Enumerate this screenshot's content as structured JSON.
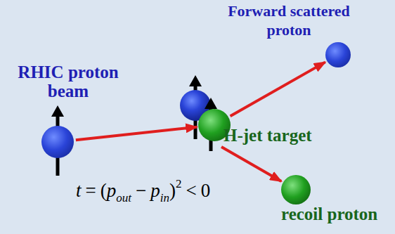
{
  "diagram": {
    "nodes": [
      {
        "text": [
          "RHIC proton beam"
        ]
      },
      {
        "text": [
          "H-jet target"
        ]
      },
      {
        "text": [
          "Forward scattered proton"
        ]
      },
      {
        "text": [
          "recoil proton"
        ]
      }
    ],
    "edges": [
      {
        "from": 0,
        "to": 1,
        "arrow": "to"
      },
      {
        "from": 1,
        "to": 2,
        "arrow": "to"
      },
      {
        "from": 1,
        "to": 3,
        "arrow": "to"
      }
    ],
    "labels": [
      "t",
      "=",
      "(",
      "p",
      "out",
      "−",
      "p",
      "in",
      ")",
      "2",
      "<",
      "0"
    ]
  }
}
